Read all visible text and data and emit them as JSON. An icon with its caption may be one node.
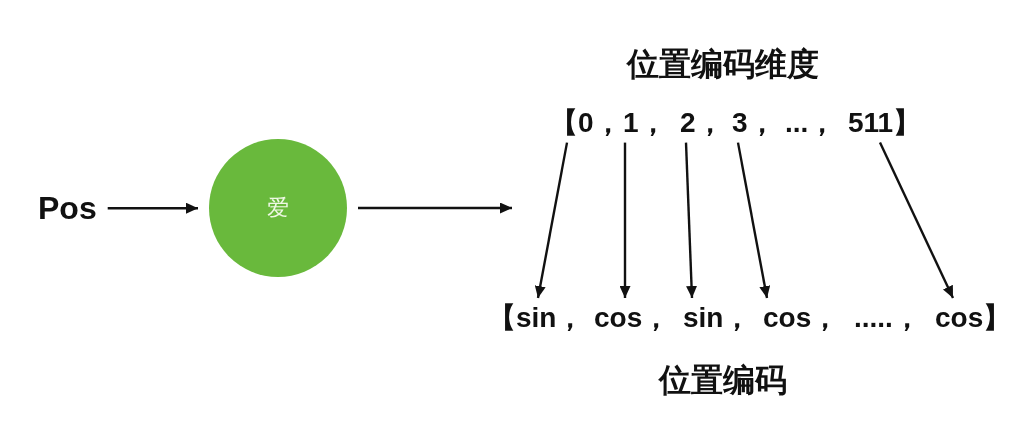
{
  "diagram": {
    "nodes": [
      {
        "text": [
          "Pos"
        ]
      },
      {
        "text": [
          "爱"
        ]
      },
      {
        "text": [
          "【0，"
        ]
      },
      {
        "text": [
          "1，"
        ]
      },
      {
        "text": [
          "2，"
        ]
      },
      {
        "text": [
          "3，"
        ]
      },
      {
        "text": [
          "511】"
        ]
      },
      {
        "text": [
          "【sin，"
        ]
      },
      {
        "text": [
          "cos，"
        ]
      },
      {
        "text": [
          "sin，"
        ]
      },
      {
        "text": [
          "cos，"
        ]
      },
      {
        "text": [
          "cos】"
        ]
      }
    ],
    "edges": [
      {
        "from": 0,
        "to": 1,
        "arrow": "to"
      },
      {
        "from": 1,
        "to": null,
        "arrow": "to"
      },
      {
        "from": 2,
        "to": 7,
        "arrow": "to"
      },
      {
        "from": 3,
        "to": 8,
        "arrow": "to"
      },
      {
        "from": 4,
        "to": 9,
        "arrow": "to"
      },
      {
        "from": 5,
        "to": 10,
        "arrow": "to"
      },
      {
        "from": 6,
        "to": 11,
        "arrow": "to"
      }
    ],
    "labels": [
      "位置编码维度",
      "...，",
      ".....，",
      "位置编码"
    ]
  }
}
